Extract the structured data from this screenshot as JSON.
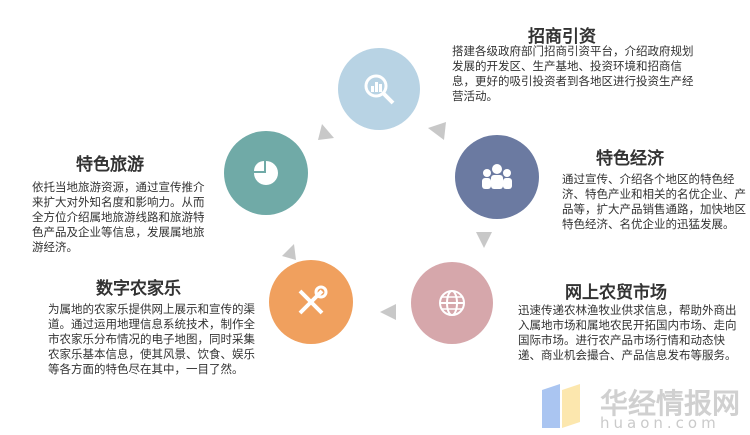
{
  "nodes": [
    {
      "title": "招商引资",
      "desc": "搭建各级政府部门招商引资平台，介绍政府规划发展的开发区、生产基地、投资环境和招商信息，更好的吸引投资者到各地区进行投资生产经营活动。",
      "color": "#b8d3e4",
      "icon": "search-chart-icon"
    },
    {
      "title": "特色经济",
      "desc": "通过宣传、介绍各个地区的特色经济、特色产业和相关的名优企业、产品等，扩大产品销售通路，加快地区特色经济、名优企业的迅猛发展。",
      "color": "#6b7aa1",
      "icon": "people-group-icon"
    },
    {
      "title": "网上农贸市场",
      "desc": "迅速传递农林渔牧业供求信息，帮助外商出入属地市场和属地农民开拓国内市场、走向国际市场。进行农产品市场行情和动态快递、商业机会撮合、产品信息发布等服务。",
      "color": "#d6a7ab",
      "icon": "globe-icon"
    },
    {
      "title": "数字农家乐",
      "desc": "为属地的农家乐提供网上展示和宣传的渠道。通过运用地理信息系统技术，制作全市农家乐分布情况的电子地图，同时采集农家乐基本信息，使其风景、饮食、娱乐等各方面的特色尽在其中，一目了然。",
      "color": "#f0a05e",
      "icon": "tools-icon"
    },
    {
      "title": "特色旅游",
      "desc": "依托当地旅游资源，通过宣传推介来扩大对外知名度和影响力。从而全方位介绍属地旅游线路和旅游特色产品及企业等信息，发展属地旅游经济。",
      "color": "#70aaa7",
      "icon": "pie-chart-icon"
    }
  ],
  "watermark": {
    "name": "华经情报网",
    "url": "huaon.com"
  }
}
